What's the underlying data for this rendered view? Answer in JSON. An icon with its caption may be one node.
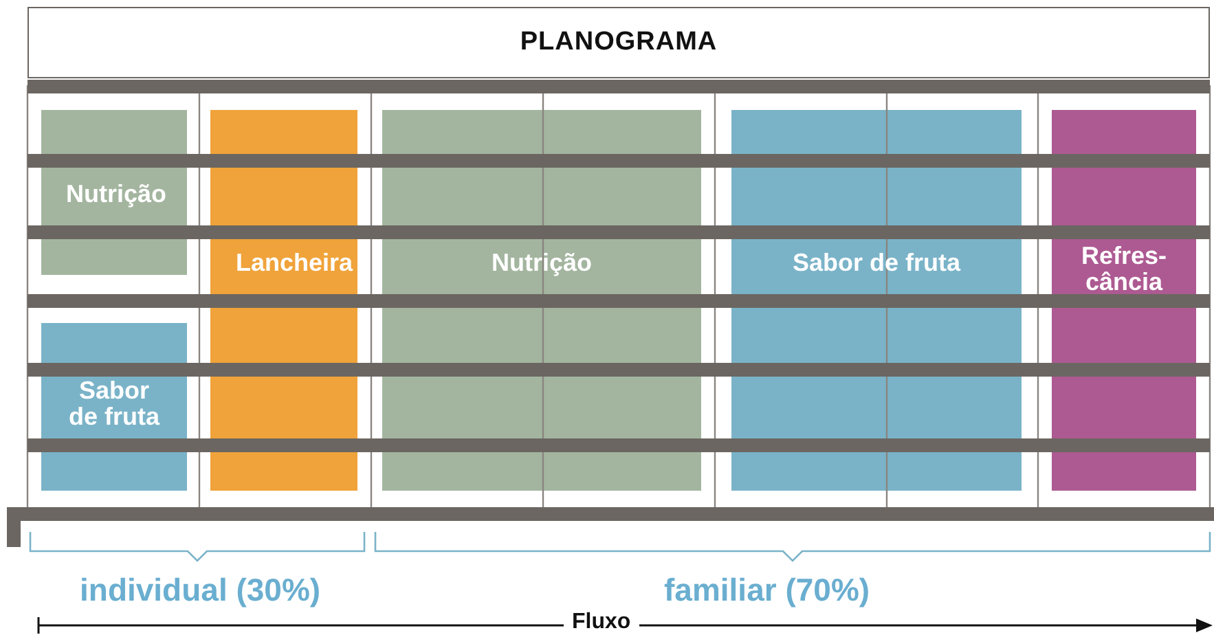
{
  "diagram": {
    "title": "PLANOGRAMA",
    "nodes": [
      {
        "text": [
          "Nutrição"
        ]
      },
      {
        "text": [
          "Lancheira"
        ]
      },
      {
        "text": [
          "Nutrição"
        ]
      },
      {
        "text": [
          "Sabor de fruta"
        ]
      },
      {
        "text": [
          "Refres-cância"
        ]
      },
      {
        "text": [
          "Sabor de fruta"
        ]
      }
    ],
    "edges": [],
    "labels": [
      "individual (30%)",
      "familiar (70%)",
      "Fluxo"
    ]
  }
}
